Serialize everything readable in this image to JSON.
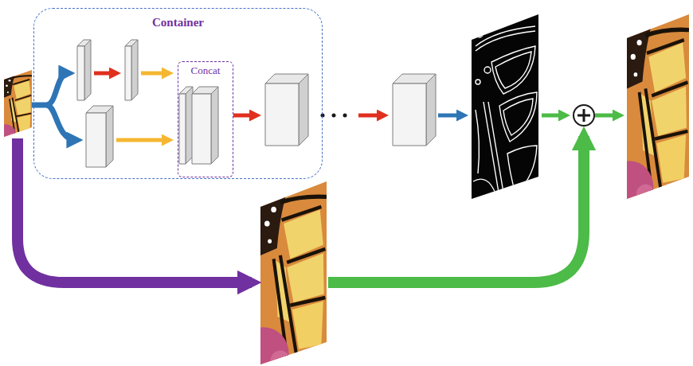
{
  "diagram": {
    "nodes": [
      {
        "text": [
          "Container"
        ]
      },
      {
        "text": [
          "Concat"
        ],
        "in": 0
      }
    ]
  }
}
